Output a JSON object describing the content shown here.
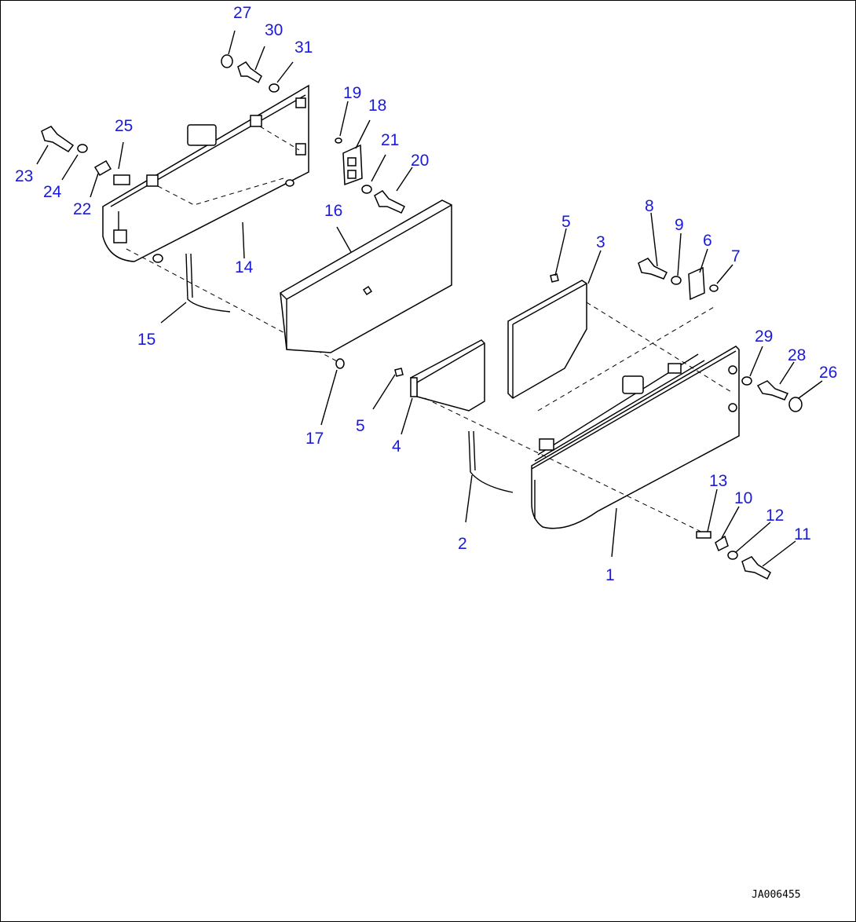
{
  "diagram": {
    "callouts": [
      "27",
      "30",
      "31",
      "19",
      "18",
      "25",
      "21",
      "20",
      "23",
      "24",
      "22",
      "16",
      "14",
      "15",
      "17",
      "5",
      "3",
      "8",
      "9",
      "6",
      "7",
      "29",
      "28",
      "26",
      "5",
      "4",
      "2",
      "1",
      "13",
      "10",
      "12",
      "11"
    ],
    "drawing_ref": "JA006455"
  }
}
